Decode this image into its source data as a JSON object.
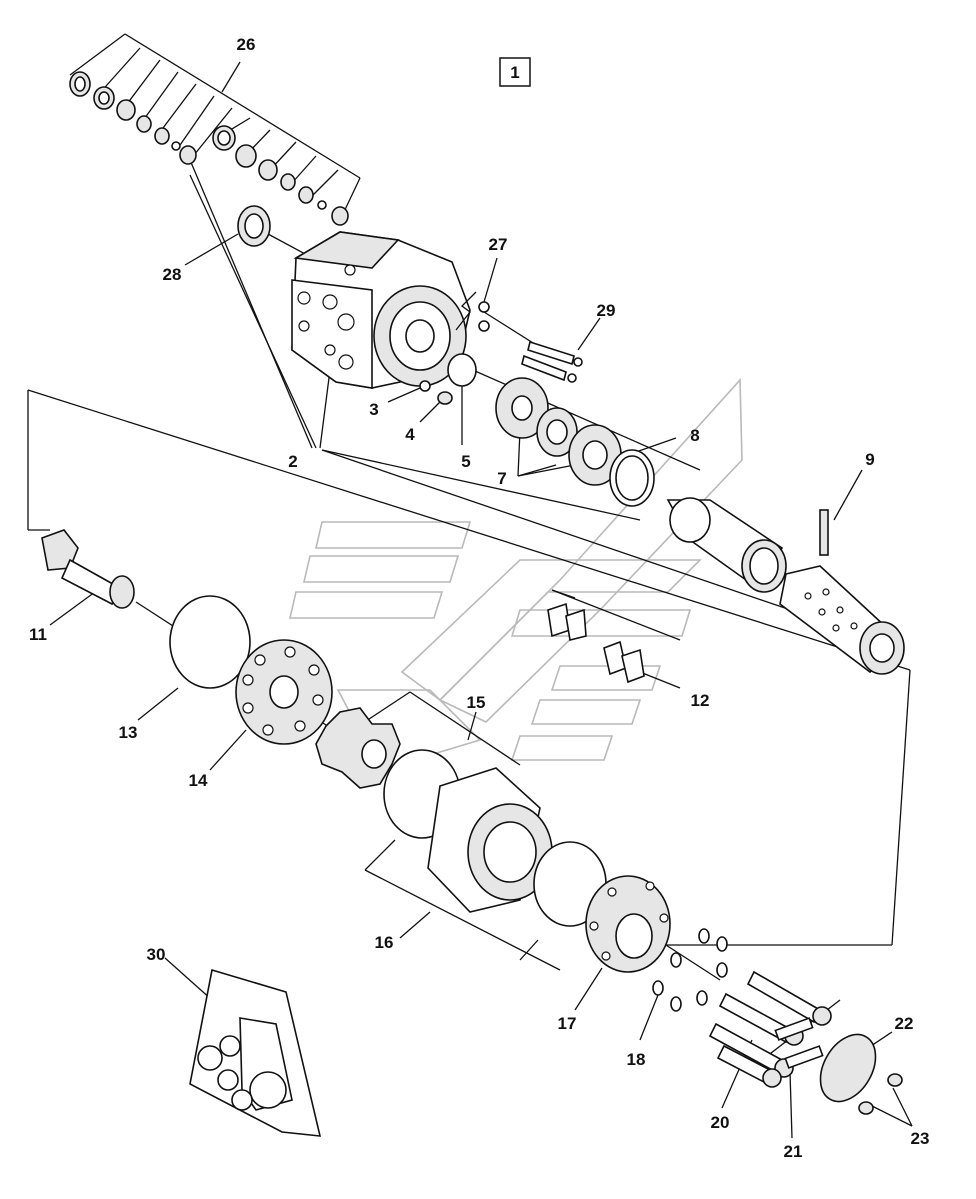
{
  "diagram": {
    "figure_tag": "1",
    "callouts": {
      "c2": "2",
      "c3": "3",
      "c4": "4",
      "c5": "5",
      "c7": "7",
      "c8": "8",
      "c9": "9",
      "c11": "11",
      "c12": "12",
      "c13": "13",
      "c14": "14",
      "c15": "15",
      "c16": "16",
      "c17": "17",
      "c18": "18",
      "c20": "20",
      "c21": "21",
      "c22": "22",
      "c23": "23",
      "c26": "26",
      "c27": "27",
      "c28": "28",
      "c29": "29",
      "c30": "30"
    }
  }
}
